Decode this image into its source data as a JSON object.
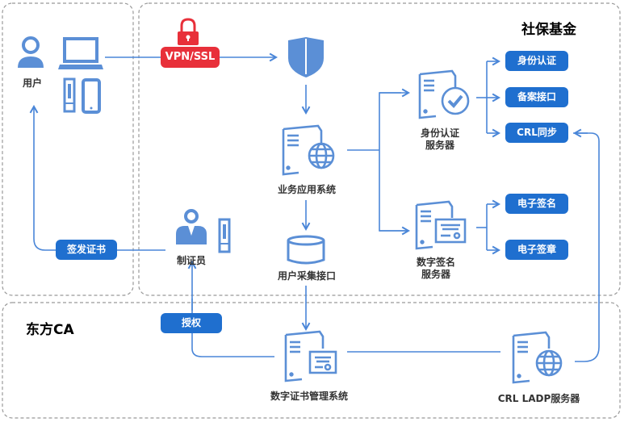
{
  "regions": {
    "shebao_title": "社保基金",
    "ca_title": "东方CA"
  },
  "nodes": {
    "user": "用户",
    "vpn": "VPN/SSL",
    "business_system": "业务应用系统",
    "collection_interface": "用户采集接口",
    "identity_server": "身份认证\n服务器",
    "signature_server": "数字签名\n服务器",
    "operator": "制证员",
    "cert_mgmt_system": "数字证书管理系统",
    "crl_ldap_server": "CRL LADP服务器"
  },
  "buttons": {
    "identity_auth": "身份认证",
    "filing_interface": "备案接口",
    "crl_sync": "CRL同步",
    "e_signature": "电子签名",
    "e_seal": "电子签章",
    "issue_cert": "签发证书",
    "authorize": "授权"
  },
  "colors": {
    "icon_blue": "#5b8fd6",
    "line_blue": "#4a86d8",
    "button_blue": "#1f6fcf",
    "vpn_red": "#e8303a",
    "dash_gray": "#999999"
  }
}
